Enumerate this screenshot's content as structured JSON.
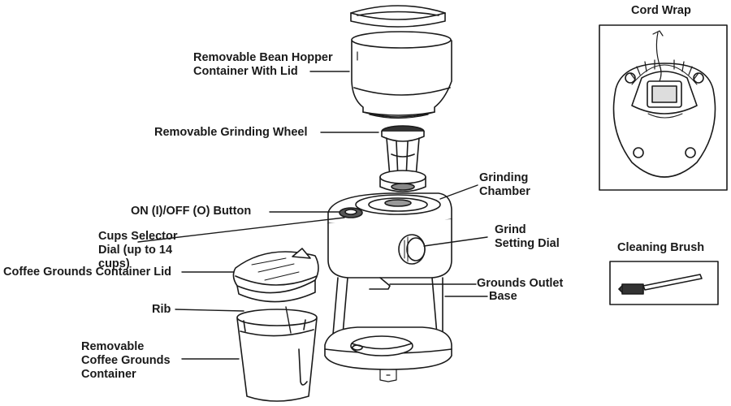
{
  "labels": {
    "hopper": [
      "Removable Bean Hopper",
      "Container With Lid"
    ],
    "wheel": [
      "Removable Grinding Wheel"
    ],
    "chamber": [
      "Grinding",
      "Chamber"
    ],
    "onoff": [
      "ON (I)/OFF (O) Button"
    ],
    "cups": [
      "Cups Selector",
      "Dial (up to 14",
      "cups)"
    ],
    "lid": [
      "Coffee Grounds Container Lid"
    ],
    "grind": [
      "Grind",
      "Setting Dial"
    ],
    "outlet": [
      "Grounds Outlet"
    ],
    "base": [
      "Base"
    ],
    "rib": [
      "Rib"
    ],
    "container": [
      "Removable",
      "Coffee Grounds",
      "Container"
    ]
  },
  "insets": {
    "cord_wrap": "Cord Wrap",
    "cleaning_brush": "Cleaning Brush"
  }
}
